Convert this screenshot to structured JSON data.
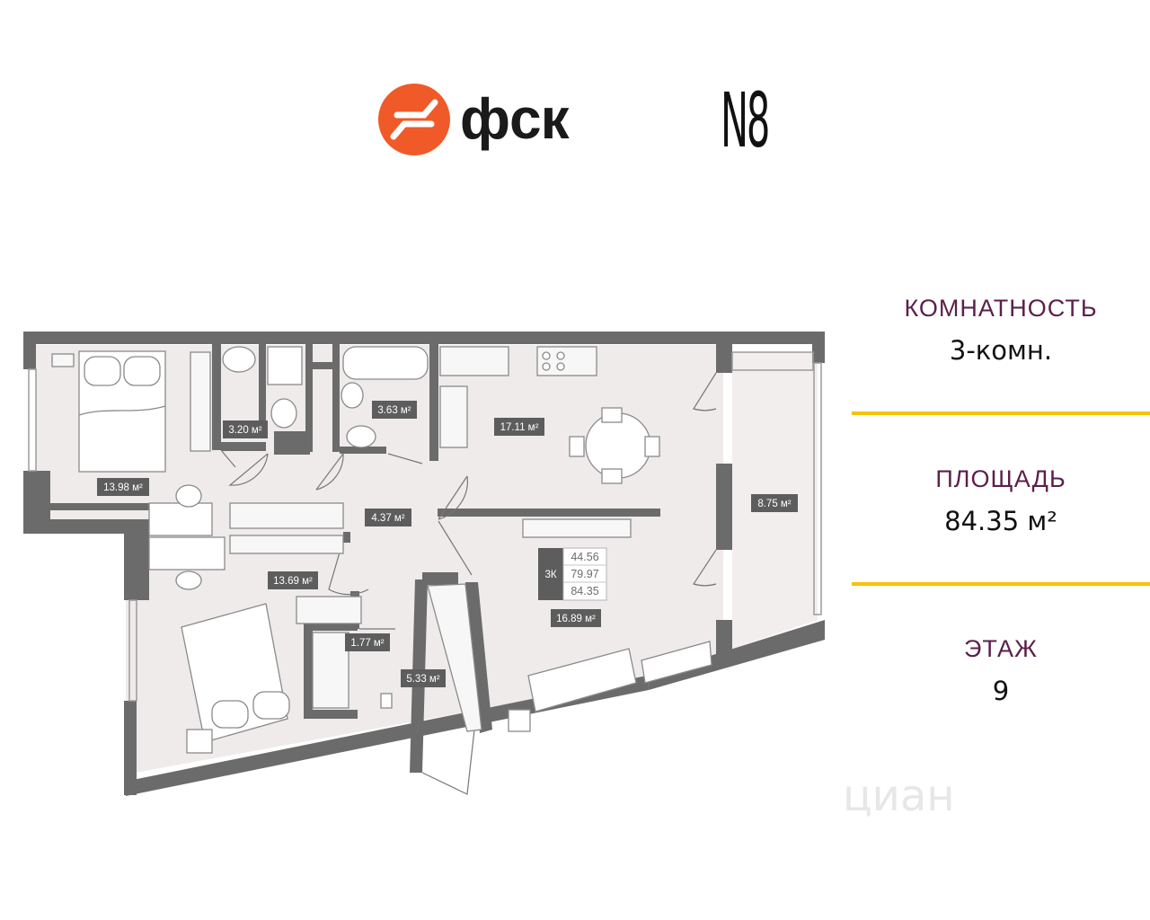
{
  "brand": {
    "logo_text": "фск",
    "project": "N8",
    "brand_color": "#f05a28"
  },
  "info": {
    "rooms_label": "КОМНАТНОСТЬ",
    "rooms_value": "3-комн.",
    "area_label": "ПЛОЩАДЬ",
    "area_value": "84.35 м²",
    "floor_label": "ЭТАЖ",
    "floor_value": "9",
    "label_color": "#5c1f4b",
    "divider_color": "#f5c400"
  },
  "plan": {
    "rooms": [
      {
        "area": "13.98 м²"
      },
      {
        "area": "3.20 м²"
      },
      {
        "area": "3.63 м²"
      },
      {
        "area": "17.11 м²"
      },
      {
        "area": "8.75 м²"
      },
      {
        "area": "4.37 м²"
      },
      {
        "area": "13.69 м²"
      },
      {
        "area": "1.77 м²"
      },
      {
        "area": "5.33 м²"
      },
      {
        "area": "16.89 м²"
      }
    ],
    "summary": {
      "type": "3К",
      "living": "44.56",
      "total": "79.97",
      "total_with_balcony": "84.35"
    }
  },
  "watermark": "циан"
}
